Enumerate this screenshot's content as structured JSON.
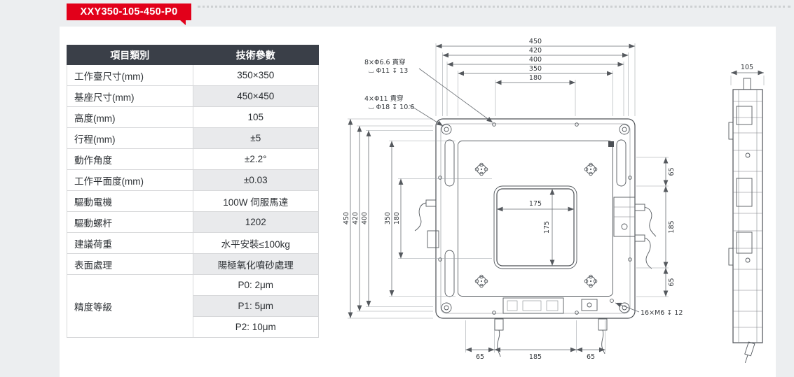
{
  "colors": {
    "accent_red": "#e2001a",
    "header_dark": "#3a3f48",
    "row_alt": "#e9eaec"
  },
  "header": {
    "model": "XXY350-105-450-P0"
  },
  "table": {
    "header": {
      "col1": "項目類別",
      "col2": "技術參數"
    },
    "rows": [
      {
        "label": "工作臺尺寸(mm)",
        "value": "350×350"
      },
      {
        "label": "基座尺寸(mm)",
        "value": "450×450"
      },
      {
        "label": "高度(mm)",
        "value": "105"
      },
      {
        "label": "行程(mm)",
        "value": "±5"
      },
      {
        "label": "動作角度",
        "value": "±2.2°"
      },
      {
        "label": "工作平面度(mm)",
        "value": "±0.03"
      },
      {
        "label": "驅動電機",
        "value": "100W 伺服馬達"
      },
      {
        "label": "驅動螺杆",
        "value": "1202"
      },
      {
        "label": "建議荷重",
        "value": "水平安裝≤100kg"
      },
      {
        "label": "表面處理",
        "value": "陽極氧化噴砂處理"
      }
    ],
    "precision": {
      "label": "精度等級",
      "values": [
        "P0: 2μm",
        "P1: 5μm",
        "P2: 10μm"
      ]
    }
  },
  "drawing": {
    "dims": {
      "top": [
        "450",
        "420",
        "400",
        "350",
        "180"
      ],
      "left": [
        "450",
        "420",
        "400",
        "350",
        "180"
      ],
      "center_h": "175",
      "center_v": "175",
      "right": [
        "65",
        "185",
        "65"
      ],
      "bottom": [
        "65",
        "185",
        "65"
      ],
      "side": "105"
    },
    "callouts": {
      "holes8_line1": "8×Φ6.6 貫穿",
      "holes8_line2": "⌴ Φ11 ↧ 13",
      "holes4_line1": "4×Φ11 貫穿",
      "holes4_line2": "⌴ Φ18 ↧ 10.6",
      "tapped": "16×M6 ↧ 12"
    }
  }
}
